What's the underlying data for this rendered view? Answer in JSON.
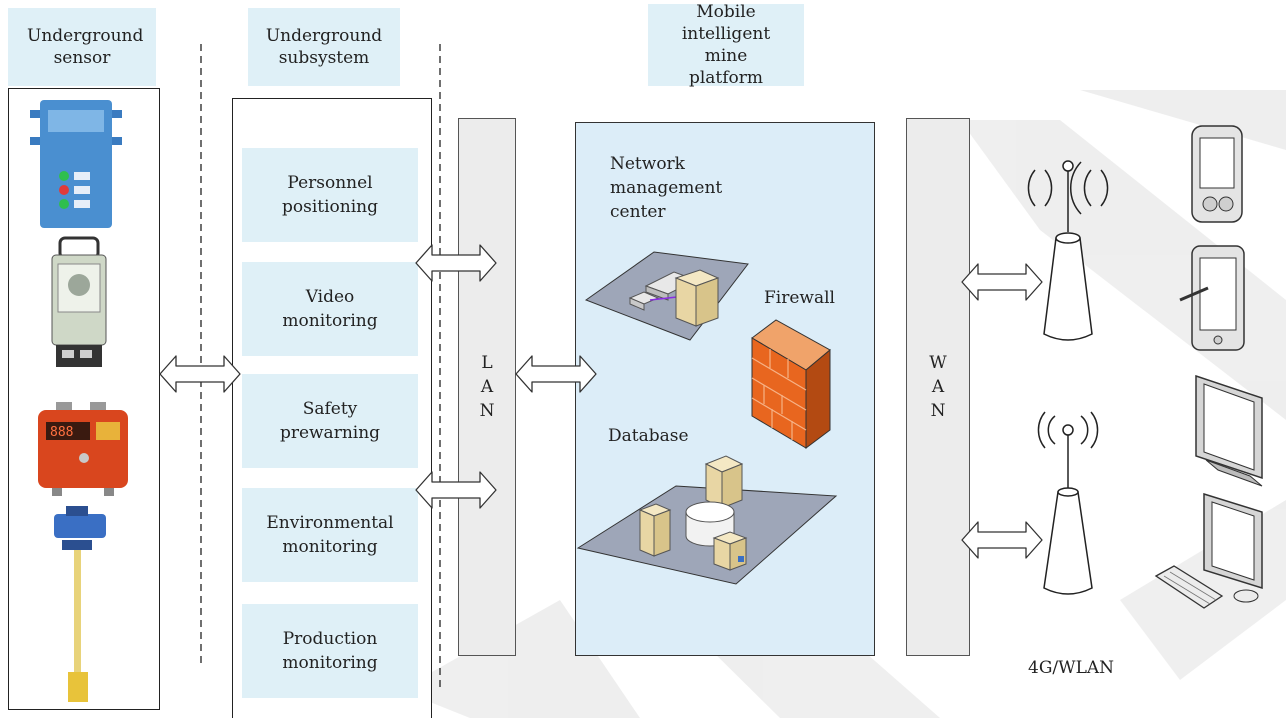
{
  "headers": {
    "sensor": "Underground sensor",
    "subsystem": "Underground subsystem",
    "platform": "Mobile intelligent mine platform"
  },
  "subsystems": [
    "Personnel positioning",
    "Video monitoring",
    "Safety prewarning",
    "Environmental monitoring",
    "Production monitoring"
  ],
  "lan": "LAN",
  "wan": "WAN",
  "platform_labels": {
    "nmc": "Network management center",
    "firewall": "Firewall",
    "database": "Database"
  },
  "wireless_label": "4G/WLAN",
  "colors": {
    "header_fill": "#dff0f7",
    "platform_fill": "#dcedf8",
    "bar_fill": "#ececec",
    "firewall": "#e8661f"
  },
  "icons": [
    "sensor-device-icon",
    "server-icon",
    "router-icon",
    "firewall-icon",
    "database-icon",
    "antenna-tower-icon",
    "pda-icon",
    "tablet-icon",
    "monitor-icon",
    "desktop-computer-icon"
  ]
}
